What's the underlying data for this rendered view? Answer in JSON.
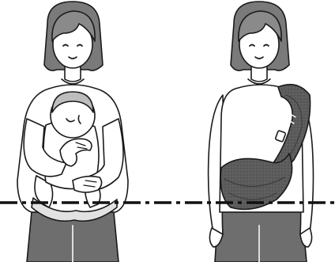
{
  "figures": [
    {
      "name": "woman-holding-baby",
      "holds": "baby"
    },
    {
      "name": "woman-with-sling",
      "holds": "sling-carrier"
    }
  ],
  "reference_line": {
    "style": "dash-dot",
    "color": "#111111"
  },
  "colors": {
    "outline": "#1a1a1a",
    "hair": "#8a8a8a",
    "hair_shade": "#6f6f6f",
    "skin": "#ffffff",
    "sweater": "#ffffff",
    "pants": "#6e6e6e",
    "baby_hair": "#bdbdbd",
    "diaper": "#e2e2e2",
    "sling": "#5c5c5c",
    "sling_dark": "#3f3f3f"
  }
}
